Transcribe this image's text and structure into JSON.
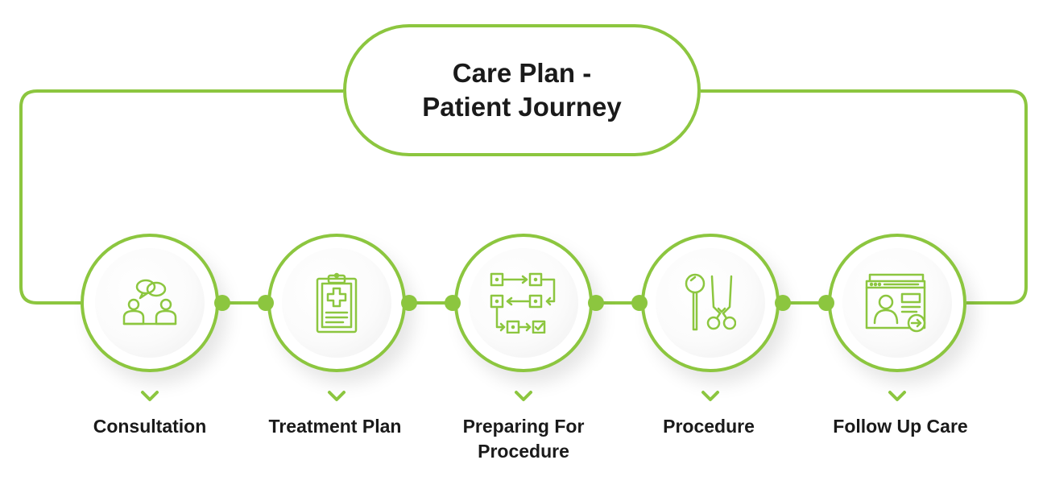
{
  "title": {
    "line1": "Care Plan -",
    "line2": "Patient Journey"
  },
  "accent_color": "#8cc63f",
  "steps": [
    {
      "label": "Consultation",
      "icon": "consultation-icon"
    },
    {
      "label": "Treatment Plan",
      "icon": "clipboard-icon"
    },
    {
      "label_line1": "Preparing For",
      "label_line2": "Procedure",
      "icon": "workflow-icon"
    },
    {
      "label": "Procedure",
      "icon": "surgical-tools-icon"
    },
    {
      "label": "Follow Up Care",
      "icon": "patient-profile-icon"
    }
  ]
}
